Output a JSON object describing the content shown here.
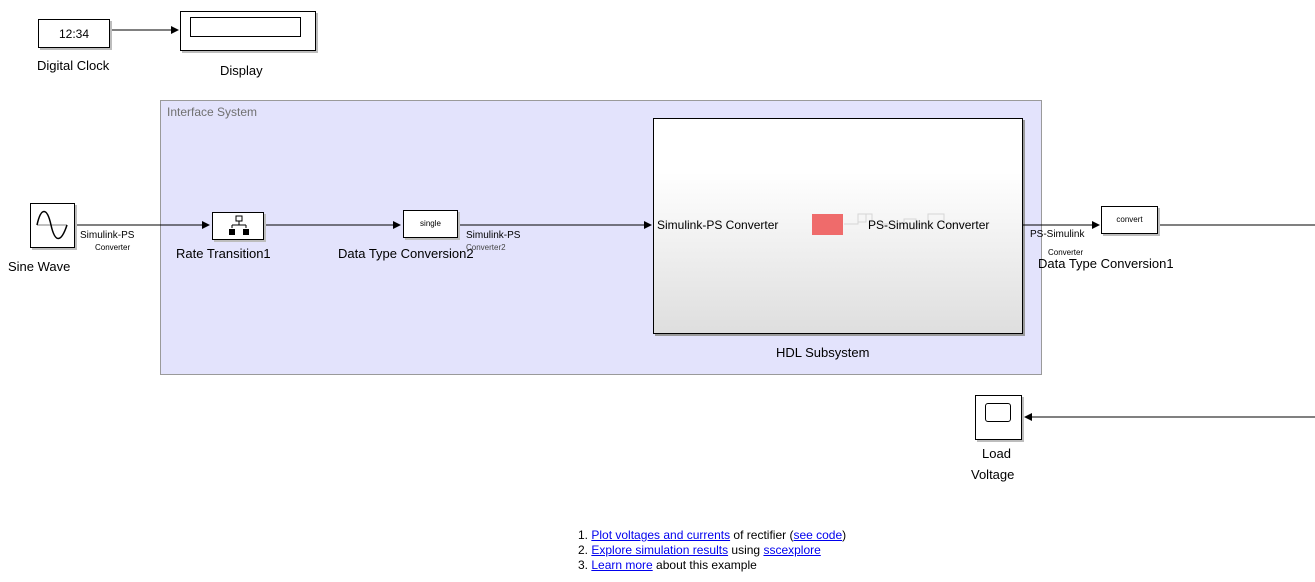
{
  "clock": {
    "display": "12:34",
    "label": "Digital Clock"
  },
  "display_block": {
    "label": "Display"
  },
  "interface": {
    "title": "Interface System"
  },
  "sine": {
    "label": "Sine Wave",
    "conv_line1": "Simulink-PS",
    "conv_line2": "Converter"
  },
  "rate": {
    "label": "Rate Transition1"
  },
  "dtc2": {
    "text": "single",
    "label": "Data Type Conversion2",
    "conv_line1": "Simulink-PS",
    "conv_line2": "Converter2"
  },
  "hdl": {
    "label": "HDL Subsystem",
    "left_port": "Simulink-PS Converter",
    "right_port": "PS-Simulink Converter",
    "accent": "#ef6b6b"
  },
  "dtc1": {
    "text": "convert",
    "label": "Data Type Conversion1",
    "conv_line1": "PS-Simulink",
    "conv_line2": "Converter"
  },
  "scope": {
    "label_line1": "Load",
    "label_line2": "Voltage"
  },
  "notes": {
    "n1_prefix": "1. ",
    "n1_link": "Plot voltages and currents",
    "n1_mid": " of rectifier (",
    "n1_link2": "see code",
    "n1_suffix": ")",
    "n2_prefix": "2. ",
    "n2_link": "Explore simulation results",
    "n2_mid": " using ",
    "n2_link2": "sscexplore",
    "n3_prefix": "3. ",
    "n3_link": "Learn more",
    "n3_suffix": " about this example"
  }
}
